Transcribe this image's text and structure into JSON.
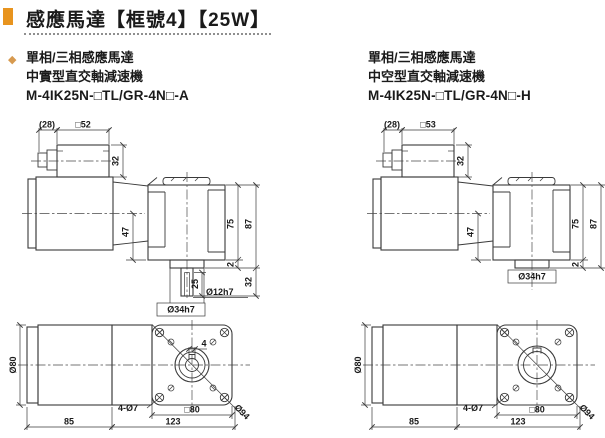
{
  "title": {
    "text": "感應馬達【框號4】【25W】"
  },
  "accent": {
    "bullet_color": "#E8941E",
    "diamond_color": "#D79A4F",
    "diamond_glyph": "◆"
  },
  "columns": {
    "left": {
      "phase_line": "單相/三相感應馬達",
      "type_line": "中實型直交軸減速機",
      "model_line": "M-4IK25N-□TL/GR-4N□-A",
      "side": {
        "d28": "(28)",
        "sq": "□52",
        "t32": "32",
        "d47": "47",
        "d75": "75",
        "d87": "87",
        "d2": "2",
        "b32": "32",
        "d25": "25",
        "shaft_label": "Ø12h7",
        "boss_label": "Ø34h7"
      },
      "front": {
        "d80": "Ø80",
        "key4": "4",
        "holes_label": "4-Ø7",
        "sq80": "□80",
        "d94": "Ø94",
        "d85": "85",
        "d123": "123"
      }
    },
    "right": {
      "phase_line": "單相/三相感應馬達",
      "type_line": "中空型直交軸減速機",
      "model_line": "M-4IK25N-□TL/GR-4N□-H",
      "side": {
        "d28": "(28)",
        "sq": "□53",
        "t32": "32",
        "d47": "47",
        "d75": "75",
        "d87": "87",
        "d2": "2",
        "boss_label": "Ø34h7"
      },
      "front": {
        "d80": "Ø80",
        "holes_label": "4-Ø7",
        "sq80": "□80",
        "d94": "Ø94",
        "d85": "85",
        "d123": "123"
      }
    }
  }
}
